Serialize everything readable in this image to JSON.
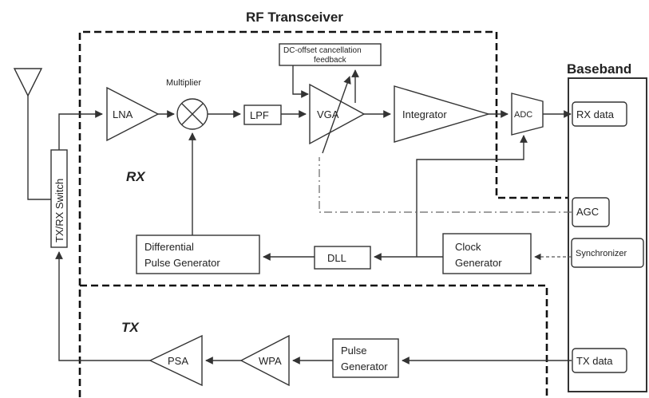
{
  "title": "RF Transceiver",
  "baseband": {
    "title": "Baseband",
    "rx_data": "RX data",
    "agc": "AGC",
    "synchronizer": "Synchronizer",
    "tx_data": "TX data"
  },
  "sections": {
    "rx": "RX",
    "tx": "TX"
  },
  "switch": "TX/RX Switch",
  "rx_chain": {
    "lna": "LNA",
    "multiplier": "Multiplier",
    "lpf": "LPF",
    "vga": "VGA",
    "dc_offset_line1": "DC-offset cancellation",
    "dc_offset_line2": "feedback",
    "integrator": "Integrator",
    "adc": "ADC"
  },
  "timing": {
    "diff_pulse_line1": "Differential",
    "diff_pulse_line2": "Pulse Generator",
    "dll": "DLL",
    "clock_line1": "Clock",
    "clock_line2": "Generator"
  },
  "tx_chain": {
    "psa": "PSA",
    "wpa": "WPA",
    "pulse_line1": "Pulse",
    "pulse_line2": "Generator"
  }
}
